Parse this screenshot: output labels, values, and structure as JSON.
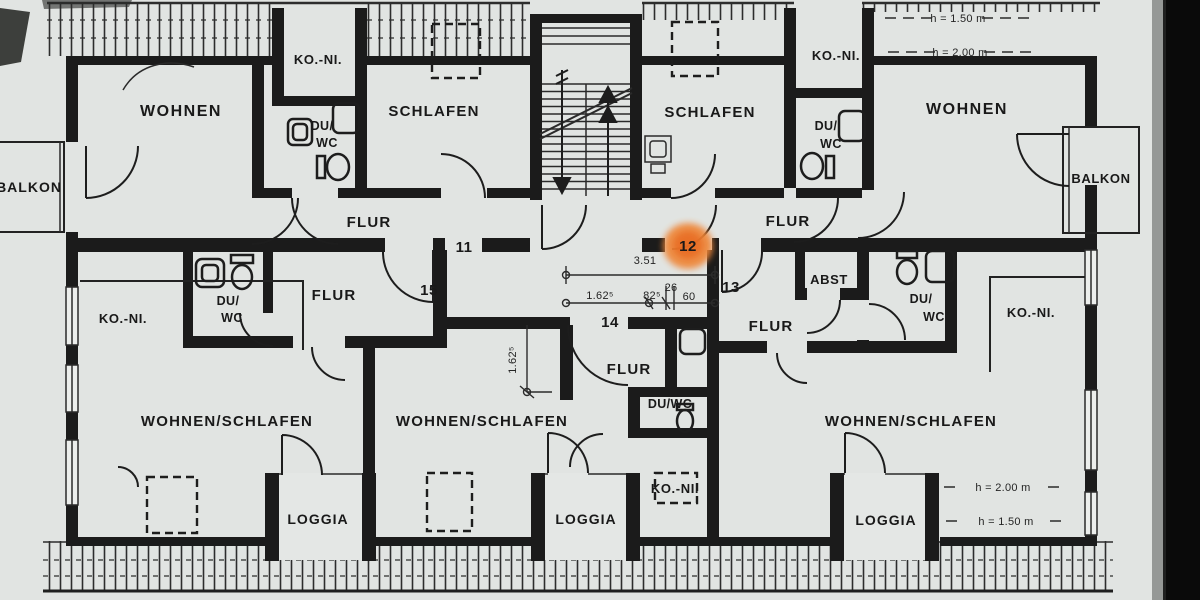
{
  "texts": [
    {
      "id": "room-wohnen-top-left",
      "text": "WOHNEN"
    },
    {
      "id": "room-koni-top-left",
      "text": "KO.-NI."
    },
    {
      "id": "room-du-top-left",
      "text": "DU/"
    },
    {
      "id": "room-wc-top-left",
      "text": "WC"
    },
    {
      "id": "room-schlafen-top-left",
      "text": "SCHLAFEN"
    },
    {
      "id": "room-schlafen-top-right",
      "text": "SCHLAFEN"
    },
    {
      "id": "room-koni-top-right",
      "text": "KO.-NI."
    },
    {
      "id": "room-du-top-right",
      "text": "DU/"
    },
    {
      "id": "room-wc-top-right",
      "text": "WC"
    },
    {
      "id": "room-wohnen-top-right",
      "text": "WOHNEN"
    },
    {
      "id": "balcony-left",
      "text": "BALKON"
    },
    {
      "id": "balcony-right",
      "text": "BALKON"
    },
    {
      "id": "hall-top-left",
      "text": "FLUR"
    },
    {
      "id": "hall-top-right",
      "text": "FLUR"
    },
    {
      "id": "apartment-11",
      "text": "11"
    },
    {
      "id": "apartment-12",
      "text": "12"
    },
    {
      "id": "room-koni-mid-left",
      "text": "KO.-NI."
    },
    {
      "id": "room-du-mid-left",
      "text": "DU/"
    },
    {
      "id": "room-wc-mid-left",
      "text": "WC"
    },
    {
      "id": "hall-mid-left",
      "text": "FLUR"
    },
    {
      "id": "apartment-15",
      "text": "15"
    },
    {
      "id": "dim-total",
      "text": "3.51"
    },
    {
      "id": "dim-162-h",
      "text": "1.62⁵"
    },
    {
      "id": "dim-82",
      "text": "82⁵"
    },
    {
      "id": "dim-26",
      "text": "26"
    },
    {
      "id": "dim-60",
      "text": "60"
    },
    {
      "id": "dim-162-v",
      "text": "1.62⁵"
    },
    {
      "id": "apartment-13",
      "text": "13"
    },
    {
      "id": "room-abst",
      "text": "ABST"
    },
    {
      "id": "room-du-bot-right",
      "text": "DU/"
    },
    {
      "id": "room-wc-bot-right",
      "text": "WC"
    },
    {
      "id": "hall-bot-right",
      "text": "FLUR"
    },
    {
      "id": "room-koni-bot-right",
      "text": "KO.-NI."
    },
    {
      "id": "apartment-14",
      "text": "14"
    },
    {
      "id": "hall-mid",
      "text": "FLUR"
    },
    {
      "id": "room-duwc-mid",
      "text": "DU/WC"
    },
    {
      "id": "room-koni-mid",
      "text": "KO.-NI."
    },
    {
      "id": "room-ws-bot-left",
      "text": "WOHNEN/SCHLAFEN"
    },
    {
      "id": "room-ws-bot-mid",
      "text": "WOHNEN/SCHLAFEN"
    },
    {
      "id": "room-ws-bot-right",
      "text": "WOHNEN/SCHLAFEN"
    },
    {
      "id": "loggia-left",
      "text": "LOGGIA"
    },
    {
      "id": "loggia-mid",
      "text": "LOGGIA"
    },
    {
      "id": "loggia-right",
      "text": "LOGGIA"
    },
    {
      "id": "height-150-top",
      "text": "h = 1.50 m"
    },
    {
      "id": "height-200-top",
      "text": "h = 2.00 m"
    },
    {
      "id": "height-200-bottom",
      "text": "h = 2.00 m"
    },
    {
      "id": "height-150-bottom",
      "text": "h = 1.50 m"
    }
  ],
  "colors": {
    "paper": "#e1e4e2",
    "ink": "#1b1b1b",
    "highlight_marker": "#ec7a28",
    "marker_number": "#5c2408",
    "photo_edge": "#0a0a0a"
  }
}
